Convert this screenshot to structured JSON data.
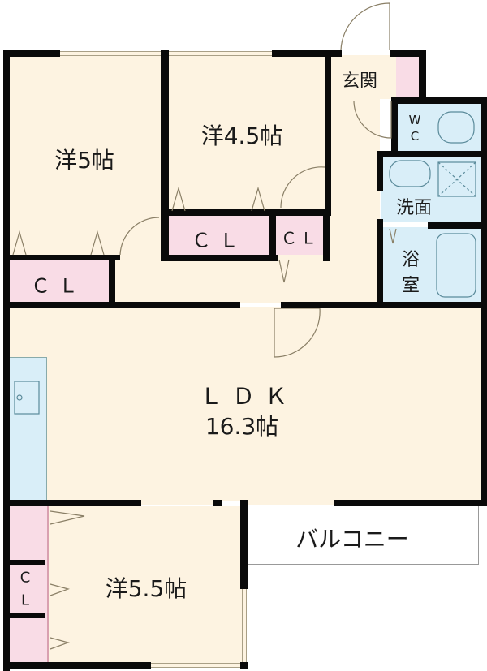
{
  "floor_plan": {
    "rooms": {
      "western_5": {
        "label": "洋5帖",
        "type": "bedroom",
        "size_jo": 5
      },
      "western_4_5": {
        "label": "洋4.5帖",
        "type": "bedroom",
        "size_jo": 4.5
      },
      "western_5_5": {
        "label": "洋5.5帖",
        "type": "bedroom",
        "size_jo": 5.5
      },
      "ldk": {
        "label": "ＬＤＫ",
        "size_label": "16.3帖",
        "size_jo": 16.3
      },
      "entrance": {
        "label": "玄関"
      },
      "wc": {
        "label_top": "W",
        "label_bottom": "C"
      },
      "washroom": {
        "label": "洗面"
      },
      "bathroom": {
        "label_top": "浴",
        "label_bottom": "室"
      },
      "balcony": {
        "label": "バルコニー"
      }
    },
    "closets": {
      "cl_left": {
        "label": "ＣＬ"
      },
      "cl_mid": {
        "label": "ＣＬ"
      },
      "cl_small": {
        "label": "ＣＬ"
      },
      "cl_bottom_top": "C",
      "cl_bottom_bottom": "L"
    },
    "colors": {
      "floor": "#fdf3e1",
      "wet_area": "#d9eef8",
      "closet": "#f9dce6",
      "wall": "#0a0a0a",
      "window": "#a99f86"
    }
  }
}
